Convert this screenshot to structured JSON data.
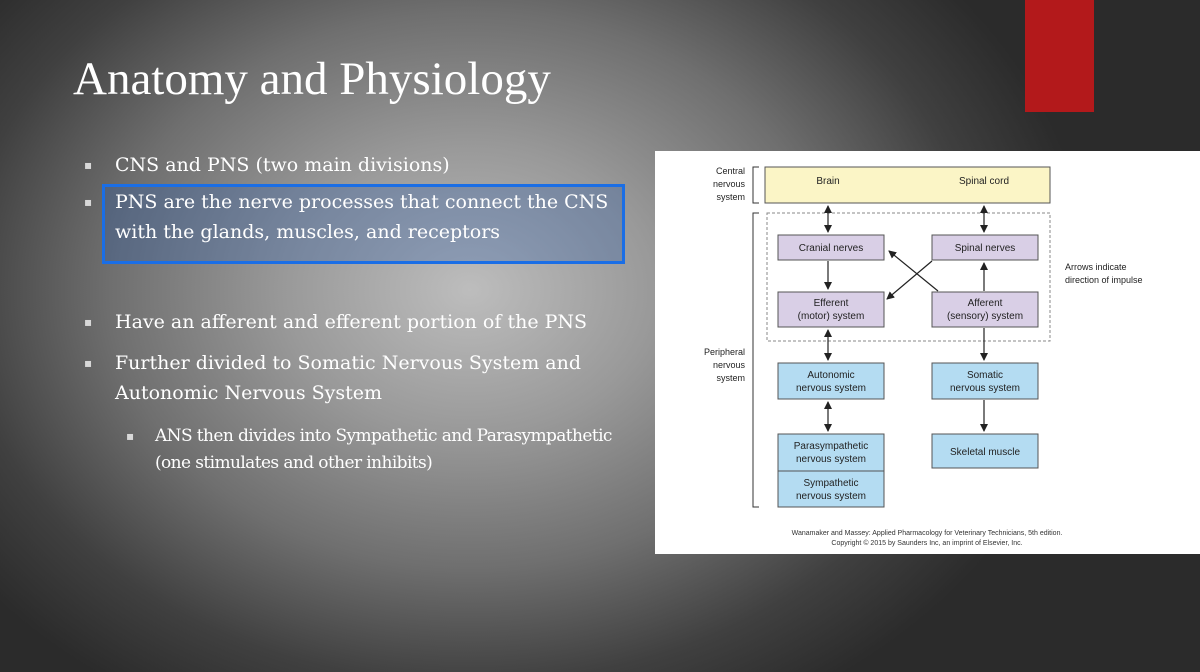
{
  "slide": {
    "title": "Anatomy and Physiology",
    "accent_color": "#b3191b",
    "highlight_color": "#1a6ee6"
  },
  "bullets": [
    {
      "marker": "▪",
      "text": "CNS and PNS (two main divisions)",
      "level": 1
    },
    {
      "marker": "▪",
      "text": "PNS are the nerve processes that connect the CNS with the glands, muscles, and receptors",
      "level": 1,
      "highlighted": true
    },
    {
      "marker": "▪",
      "text": "Have an afferent and efferent portion of the PNS",
      "level": 1
    },
    {
      "marker": "▪",
      "text": "Further divided to Somatic Nervous System and Autonomic Nervous System",
      "level": 1
    },
    {
      "marker": "▪",
      "text": "ANS then divides into Sympathetic and Parasympathetic (one stimulates and other inhibits)",
      "level": 2
    }
  ],
  "diagram": {
    "colors": {
      "cns": "#fbf5c6",
      "pns": "#d9cfe6",
      "lower": "#b4dcf2"
    },
    "labels": {
      "cns_line1": "Central",
      "cns_line2": "nervous",
      "cns_line3": "system",
      "pns_line1": "Peripheral",
      "pns_line2": "nervous",
      "pns_line3": "system",
      "arrows_line1": "Arrows indicate",
      "arrows_line2": "direction of impulse"
    },
    "boxes": {
      "brain": "Brain",
      "spinal_cord": "Spinal cord",
      "cranial_nerves": "Cranial nerves",
      "spinal_nerves": "Spinal nerves",
      "efferent_line1": "Efferent",
      "efferent_line2": "(motor) system",
      "afferent_line1": "Afferent",
      "afferent_line2": "(sensory) system",
      "autonomic_line1": "Autonomic",
      "autonomic_line2": "nervous system",
      "somatic_line1": "Somatic",
      "somatic_line2": "nervous system",
      "parasympathetic_line1": "Parasympathetic",
      "parasympathetic_line2": "nervous system",
      "sympathetic_line1": "Sympathetic",
      "sympathetic_line2": "nervous system",
      "skeletal_muscle": "Skeletal muscle"
    },
    "credit_line1": "Wanamaker and Massey: Applied Pharmacology for Veterinary Technicians, 5th edition.",
    "credit_line2": "Copyright © 2015 by Saunders Inc, an imprint of Elsevier, Inc."
  }
}
